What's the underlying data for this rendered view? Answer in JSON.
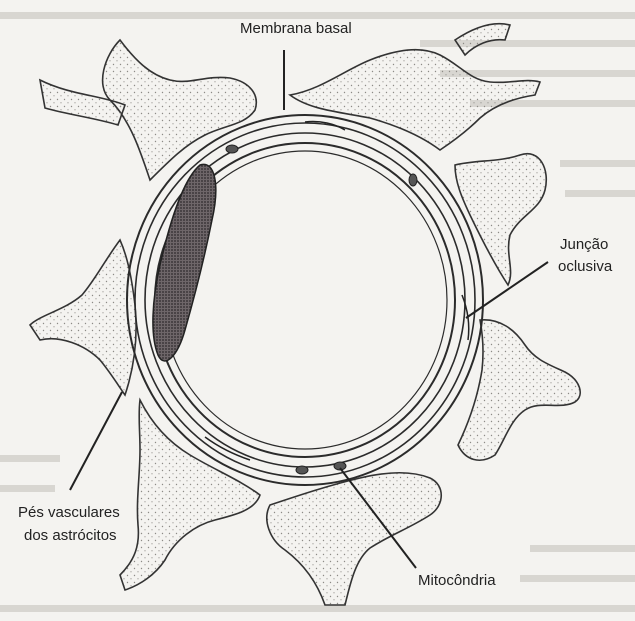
{
  "labels": {
    "basement_membrane": "Membrana basal",
    "tight_junction_line1": "Junção",
    "tight_junction_line2": "oclusiva",
    "astrocyte_feet_line1": "Pés vasculares",
    "astrocyte_feet_line2": "dos astrócitos",
    "mitochondria": "Mitocôndria"
  },
  "colors": {
    "background": "#f4f3f0",
    "ink": "#222222",
    "stipple": "#9a9893",
    "nucleus": "#4a4448"
  }
}
